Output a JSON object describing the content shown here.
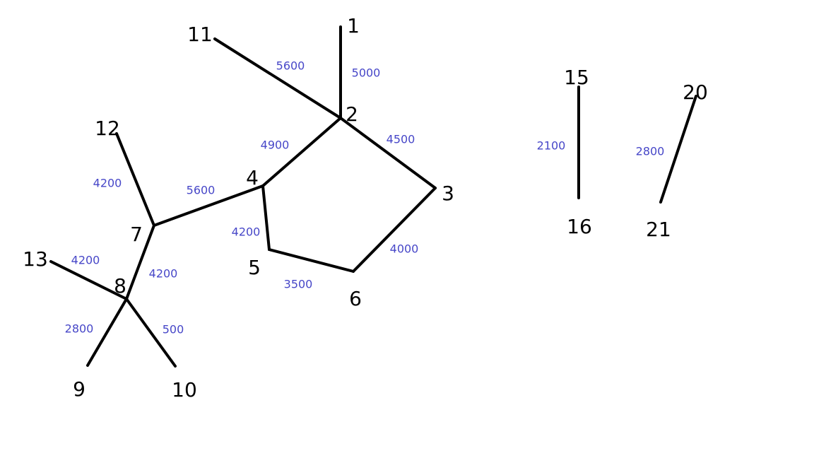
{
  "colors": {
    "edge": "#000000",
    "node_label": "#000000",
    "weight_label": "#4747c8",
    "background": "#ffffff"
  },
  "nodes": [
    {
      "id": "1",
      "label": "1"
    },
    {
      "id": "2",
      "label": "2"
    },
    {
      "id": "3",
      "label": "3"
    },
    {
      "id": "4",
      "label": "4"
    },
    {
      "id": "5",
      "label": "5"
    },
    {
      "id": "6",
      "label": "6"
    },
    {
      "id": "7",
      "label": "7"
    },
    {
      "id": "8",
      "label": "8"
    },
    {
      "id": "9",
      "label": "9"
    },
    {
      "id": "10",
      "label": "10"
    },
    {
      "id": "11",
      "label": "11"
    },
    {
      "id": "12",
      "label": "12"
    },
    {
      "id": "13",
      "label": "13"
    },
    {
      "id": "15",
      "label": "15"
    },
    {
      "id": "16",
      "label": "16"
    },
    {
      "id": "20",
      "label": "20"
    },
    {
      "id": "21",
      "label": "21"
    }
  ],
  "edges": [
    {
      "from": "1",
      "to": "2",
      "weight": "5000"
    },
    {
      "from": "11",
      "to": "2",
      "weight": "5600"
    },
    {
      "from": "2",
      "to": "3",
      "weight": "4500"
    },
    {
      "from": "2",
      "to": "4",
      "weight": "4900"
    },
    {
      "from": "3",
      "to": "6",
      "weight": "4000"
    },
    {
      "from": "4",
      "to": "5",
      "weight": "4200"
    },
    {
      "from": "5",
      "to": "6",
      "weight": "3500"
    },
    {
      "from": "4",
      "to": "7",
      "weight": "5600"
    },
    {
      "from": "12",
      "to": "7",
      "weight": "4200"
    },
    {
      "from": "7",
      "to": "8",
      "weight": "4200"
    },
    {
      "from": "13",
      "to": "8",
      "weight": "4200"
    },
    {
      "from": "8",
      "to": "9",
      "weight": "2800"
    },
    {
      "from": "8",
      "to": "10",
      "weight": "500"
    },
    {
      "from": "15",
      "to": "16",
      "weight": "2100"
    },
    {
      "from": "20",
      "to": "21",
      "weight": "2800"
    }
  ]
}
